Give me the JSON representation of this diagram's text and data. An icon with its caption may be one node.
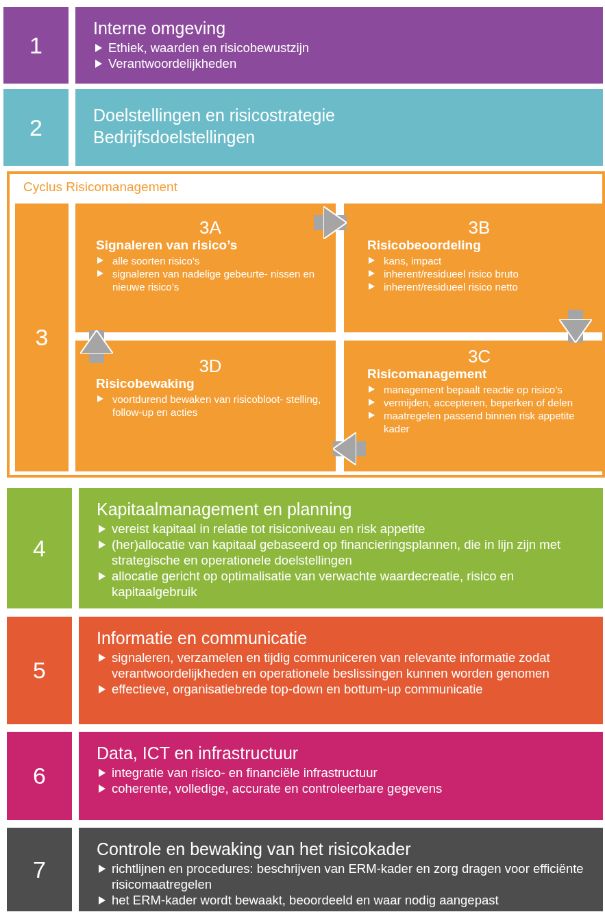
{
  "diagram": {
    "nodes": [
      {
        "text": [
          "1"
        ]
      },
      {
        "text": [
          "Interne omgeving",
          "Ethiek, waarden en risicobewustzijn",
          "Verantwoordelijkheden"
        ]
      },
      {
        "text": [
          "2"
        ]
      },
      {
        "text": [
          "Doelstellingen en risicostrategie",
          "Bedrijfsdoelstellingen"
        ]
      },
      {
        "text": [
          "Cyclus Risicomanagement"
        ]
      },
      {
        "text": [
          "3"
        ],
        "in": 4
      },
      {
        "text": [
          "3A",
          "Signaleren van risico’s",
          "alle soorten risico’s",
          "signaleren van nadelige gebeurte- nissen en nieuwe risico’s"
        ],
        "in": 4
      },
      {
        "text": [
          "3B",
          "Risicobeoordeling",
          "kans, impact",
          "inherent/residueel risico bruto",
          "inherent/residueel risico netto"
        ],
        "in": 4
      },
      {
        "text": [
          "3C",
          "Risicomanagement",
          "management bepaalt reactie op risico’s",
          "vermijden, accepteren, beperken of delen",
          "maatregelen passend binnen risk appetite kader"
        ],
        "in": 4
      },
      {
        "text": [
          "3D",
          "Risicobewaking",
          "voortdurend bewaken van risicobloot- stelling, follow-up en acties"
        ],
        "in": 4
      },
      {
        "text": [
          "4"
        ]
      },
      {
        "text": [
          "Kapitaalmanagement en planning",
          "vereist kapitaal in relatie tot risiconiveau en risk appetite",
          "(her)allocatie van kapitaal gebaseerd op financieringsplannen, die in lijn zijn met strategische en operationele doelstellingen",
          "allocatie gericht op optimalisatie van verwachte waardecreatie, risico en kapitaalgebruik"
        ]
      },
      {
        "text": [
          "5"
        ]
      },
      {
        "text": [
          "Informatie en communicatie",
          "signaleren, verzamelen en tijdig communiceren van relevante informatie zodat verantwoordelijkheden en operationele beslissingen kunnen worden genomen",
          "effectieve, organisatiebrede top-down en bottum-up communicatie"
        ]
      },
      {
        "text": [
          "6"
        ]
      },
      {
        "text": [
          "Data, ICT en infrastructuur",
          "integratie van risico- en financiële infrastructuur",
          "coherente, volledige, accurate en controleerbare gegevens"
        ]
      },
      {
        "text": [
          "7"
        ]
      },
      {
        "text": [
          "Controle en bewaking van het risicokader",
          "richtlijnen en procedures: beschrijven van ERM-kader en zorg dragen voor efficiënte risicomaatregelen",
          "het ERM-kader wordt bewaakt, beoordeeld en waar nodig aangepast"
        ]
      }
    ],
    "edges": [
      {
        "from": 6,
        "to": 7,
        "arrow": "to"
      },
      {
        "from": 7,
        "to": 8,
        "arrow": "to"
      },
      {
        "from": 8,
        "to": 9,
        "arrow": "to"
      },
      {
        "from": 9,
        "to": 6,
        "arrow": "to"
      }
    ]
  }
}
